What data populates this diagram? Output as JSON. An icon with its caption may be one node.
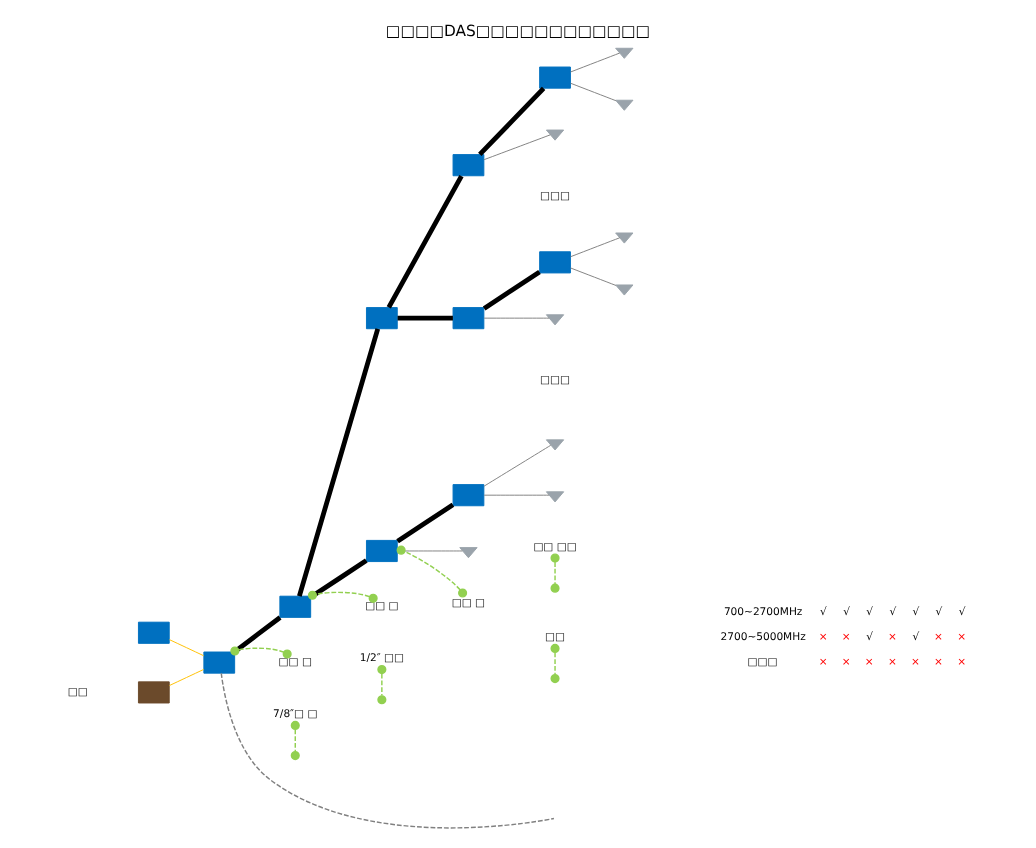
{
  "diagram": {
    "title": "□□□□DAS□□□□□□□□□□□□",
    "nodes": [
      {
        "text": [],
        "shape": "box"
      },
      {
        "text": [],
        "shape": "box"
      },
      {
        "text": [],
        "shape": "box"
      },
      {
        "text": [],
        "shape": "box"
      },
      {
        "text": [],
        "shape": "box"
      },
      {
        "text": [],
        "shape": "box"
      },
      {
        "text": [],
        "shape": "box"
      },
      {
        "text": [],
        "shape": "box"
      },
      {
        "text": [],
        "shape": "box"
      },
      {
        "text": [],
        "shape": "box"
      },
      {
        "text": [],
        "shape": "box"
      },
      {
        "text": [],
        "shape": "antenna"
      },
      {
        "text": [],
        "shape": "antenna"
      },
      {
        "text": [],
        "shape": "antenna"
      },
      {
        "text": [],
        "shape": "antenna"
      },
      {
        "text": [],
        "shape": "antenna"
      },
      {
        "text": [],
        "shape": "antenna"
      },
      {
        "text": [],
        "shape": "antenna"
      },
      {
        "text": [],
        "shape": "antenna"
      },
      {
        "text": [],
        "shape": "antenna"
      },
      {
        "text": [
          "□□ □"
        ]
      },
      {
        "text": [
          "□□ □"
        ]
      },
      {
        "text": [
          "7/8″□ □"
        ]
      },
      {
        "text": [
          "□□ □"
        ]
      },
      {
        "text": [
          "1/2″ □□"
        ]
      },
      {
        "text": [
          "□□ □□"
        ]
      },
      {
        "text": [
          "□□"
        ]
      }
    ],
    "edges": [
      {
        "from": 0,
        "to": 2,
        "arrow": "none",
        "color": "#ffc000"
      },
      {
        "from": 1,
        "to": 2,
        "arrow": "none",
        "color": "#ffc000"
      },
      {
        "from": 2,
        "to": 4,
        "arrow": "none",
        "style": "thick",
        "color": "#000000"
      },
      {
        "from": 4,
        "to": 3,
        "arrow": "none",
        "style": "thick",
        "color": "#000000"
      },
      {
        "from": 3,
        "to": 5,
        "arrow": "none",
        "style": "thick",
        "color": "#000000"
      },
      {
        "from": 5,
        "to": 8,
        "arrow": "none",
        "style": "thick",
        "color": "#000000"
      },
      {
        "from": 3,
        "to": 6,
        "arrow": "none",
        "style": "thick",
        "color": "#000000"
      },
      {
        "from": 6,
        "to": 9,
        "arrow": "none",
        "style": "thick",
        "color": "#000000"
      },
      {
        "from": 4,
        "to": 7,
        "arrow": "none",
        "style": "thick",
        "color": "#000000"
      },
      {
        "from": 7,
        "to": 10,
        "arrow": "none",
        "style": "thick",
        "color": "#000000"
      },
      {
        "from": 5,
        "to": 11,
        "arrow": "none"
      },
      {
        "from": 8,
        "to": 12,
        "arrow": "none"
      },
      {
        "from": 8,
        "to": 13,
        "arrow": "none"
      },
      {
        "from": 9,
        "to": 14,
        "arrow": "none"
      },
      {
        "from": 9,
        "to": 15,
        "arrow": "none"
      },
      {
        "from": 6,
        "to": 16,
        "arrow": "none"
      },
      {
        "from": 7,
        "to": 17,
        "arrow": "none"
      },
      {
        "from": 10,
        "to": 18,
        "arrow": "none"
      },
      {
        "from": 10,
        "to": 19,
        "arrow": "none"
      },
      {
        "from": 2,
        "to": null,
        "arrow": "none",
        "style": "dashed"
      },
      {
        "from": 20,
        "to": 2,
        "arrow": "other",
        "style": "dashed",
        "color": "#92d050"
      },
      {
        "from": 21,
        "to": 4,
        "arrow": "other",
        "style": "dashed",
        "color": "#92d050"
      },
      {
        "from": 22,
        "to": null,
        "arrow": "other",
        "style": "dashed",
        "color": "#92d050"
      },
      {
        "from": 23,
        "to": 7,
        "arrow": "other",
        "style": "dashed",
        "color": "#92d050"
      },
      {
        "from": 24,
        "to": null,
        "arrow": "other",
        "style": "dashed",
        "color": "#92d050"
      },
      {
        "from": 25,
        "to": null,
        "arrow": "other",
        "style": "dashed",
        "color": "#92d050"
      },
      {
        "from": 26,
        "to": null,
        "arrow": "other",
        "style": "dashed",
        "color": "#92d050"
      }
    ],
    "labels": [
      "□□",
      "□□□",
      "□□□",
      "700~2700MHz",
      "√",
      "√",
      "√",
      "√",
      "√",
      "√",
      "√",
      "2700~5000MHz",
      "×",
      "×",
      "√",
      "×",
      "√",
      "×",
      "×",
      "□□□",
      "×",
      "×",
      "×",
      "×",
      "×",
      "×",
      "×"
    ]
  }
}
